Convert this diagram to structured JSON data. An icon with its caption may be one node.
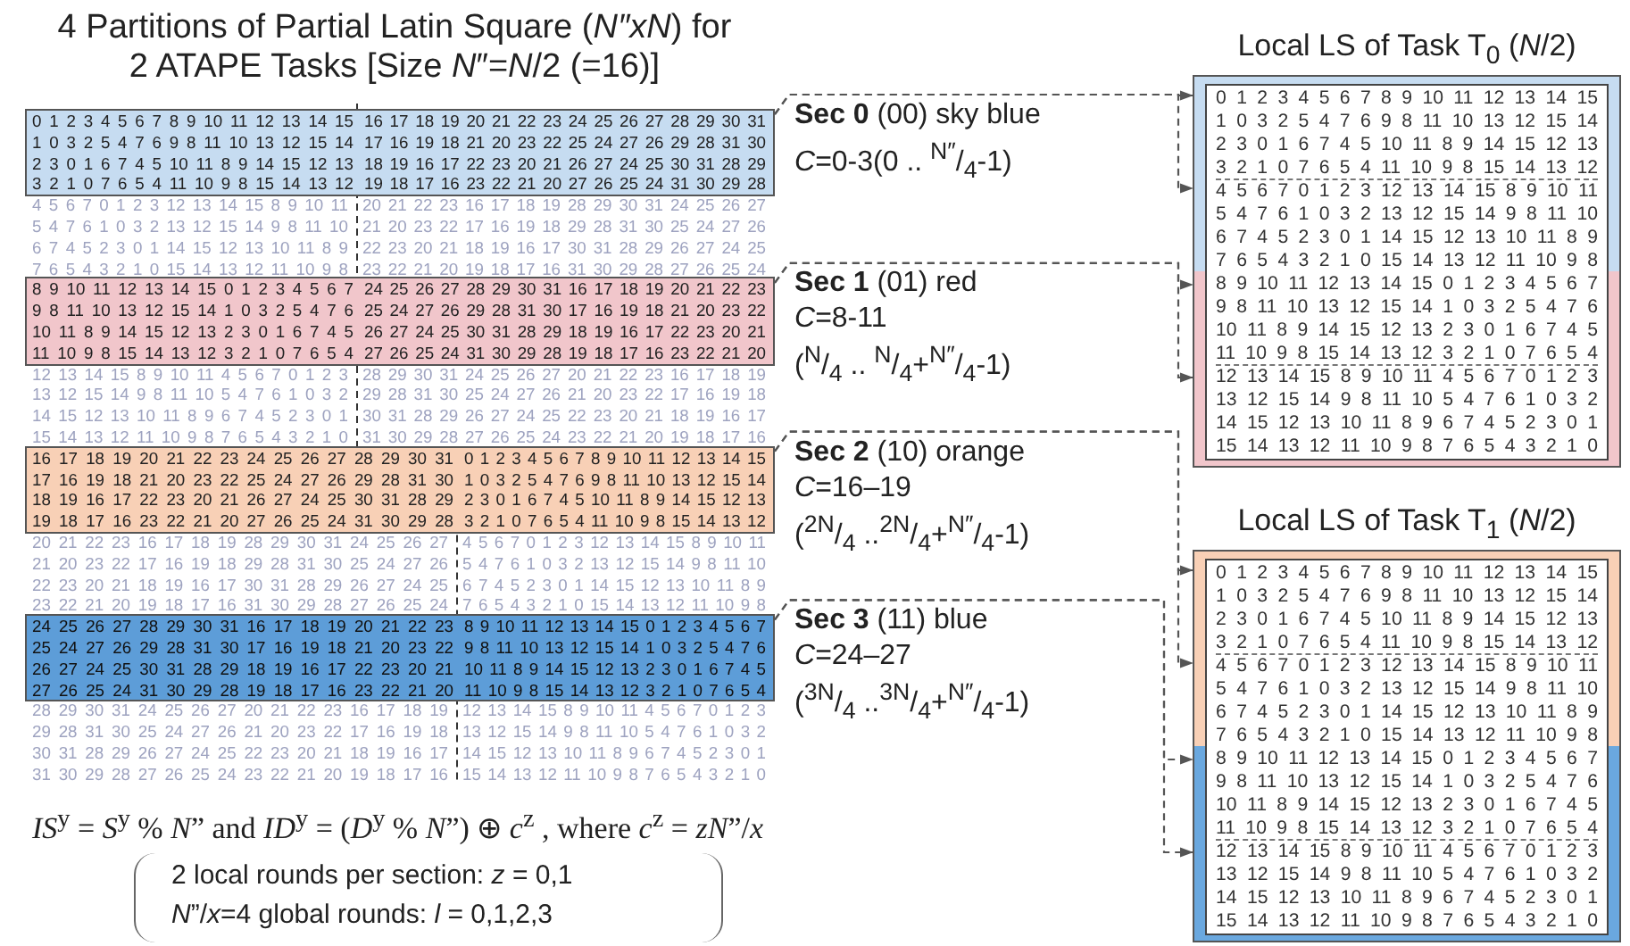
{
  "diagram": {
    "title": "4 Partitions of Partial Latin Square (*N″xN*) for 2 ATAPE Tasks [Size *N*″=*N*/2 (=16)]",
    "nodes": [
      {
        "text": [
          "0 1 2 3 4 5 6 7 8 9 10 11 12 13 14 15",
          "16 17 18 19 20 21 22 23 24 25 26 27 28 29 30 31",
          "1 0 3 2 5 4 7 6 9 8 11 10 13 12 15 14",
          "17 16 19 18 21 20 23 22 25 24 27 26 29 28 31 30",
          "2 3 0 1 6 7 4 5 10 11 8 9 14 15 12 13",
          "18 19 16 17 22 23 20 21 26 27 24 25 30 31 28 29",
          "3 2 1 0 7 6 5 4 11 10 9 8 15 14 13 12",
          "19 18 17 16 23 22 21 20 27 26 25 24 31 30 29 28"
        ],
        "beside": [
          "**Sec 0** (00) sky blue",
          "*C*=0-3(0 .. $^{N″}$/$_{4}$-1)"
        ]
      },
      {
        "text": [
          "8 9 10 11 12 13 14 15 0 1 2 3 4 5 6 7",
          "24 25 26 27 28 29 30 31 16 17 18 19 20 21 22 23",
          "9 8 11 10 13 12 15 14 1 0 3 2 5 4 7 6",
          "25 24 27 26 29 28 31 30 17 16 19 18 21 20 23 22",
          "10 11 8 9 14 15 12 13 2 3 0 1 6 7 4 5",
          "26 27 24 25 30 31 28 29 18 19 16 17 22 23 20 21",
          "11 10 9 8 15 14 13 12 3 2 1 0 7 6 5 4",
          "27 26 25 24 31 30 29 28 19 18 17 16 23 22 21 20"
        ],
        "beside": [
          "**Sec 1** (01) red",
          "*C*=8-11",
          "($^{N}$/$_{4}$ .. $^{N}$/$_{4}$+$^{N″}$/$_{4}$-1)"
        ]
      },
      {
        "text": [
          "16 17 18 19 20 21 22 23 24 25 26 27 28 29 30 31",
          "0 1 2 3 4 5 6 7 8 9 10 11 12 13 14 15",
          "17 16 19 18 21 20 23 22 25 24 27 26 29 28 31 30",
          "1 0 3 2 5 4 7 6 9 8 11 10 13 12 15 14",
          "18 19 16 17 22 23 20 21 26 27 24 25 30 31 28 29",
          "2 3 0 1 6 7 4 5 10 11 8 9 14 15 12 13",
          "19 18 17 16 23 22 21 20 27 26 25 24 31 30 29 28",
          "3 2 1 0 7 6 5 4 11 10 9 8 15 14 13 12"
        ],
        "beside": [
          "**Sec 2** (10) orange",
          "*C*=16–19",
          "($^{2N}$/$_{4}$ ..$^{2N}$/$_{4}$+$^{N″}$/$_{4}$-1)"
        ]
      },
      {
        "text": [
          "24 25 26 27 28 29 30 31 16 17 18 19 20 21 22 23",
          "8 9 10 11 12 13 14 15 0 1 2 3 4 5 6 7",
          "25 24 27 26 29 28 31 30 17 16 19 18 21 20 23 22",
          "9 8 11 10 13 12 15 14 1 0 3 2 5 4 7 6",
          "26 27 24 25 30 31 28 29 18 19 16 17 22 23 20 21",
          "10 11 8 9 14 15 12 13 2 3 0 1 6 7 4 5",
          "27 26 25 24 31 30 29 28 19 18 17 16 23 22 21 20",
          "11 10 9 8 15 14 13 12 3 2 1 0 7 6 5 4"
        ],
        "beside": [
          "**Sec 3** (11) blue",
          "*C*=24–27",
          "($^{3N}$/$_{4}$ ..$^{3N}$/$_{4}$+$^{N″}$/$_{4}$-1)"
        ]
      },
      {
        "text": [
          "Local LS of Task T$_{0}$ (*N*/2)"
        ]
      },
      {
        "text": [
          "0 1 2 3 4 5 6 7 8 9 10 11 12 13 14 15",
          "1 0 3 2 5 4 7 6 9 8 11 10 13 12 15 14",
          "2 3 0 1 6 7 4 5 10 11 8 9 14 15 12 13",
          "3 2 1 0 7 6 5 4 11 10 9 8 15 14 13 12",
          "4 5 6 7 0 1 2 3 12 13 14 15 8 9 10 11",
          "5 4 7 6 1 0 3 2 13 12 15 14 9 8 11 10",
          "6 7 4 5 2 3 0 1 14 15 12 13 10 11 8 9",
          "7 6 5 4 3 2 1 0 15 14 13 12 11 10 9 8"
        ],
        "in": 4
      },
      {
        "text": [
          "8 9 10 11 12 13 14 15 0 1 2 3 4 5 6 7",
          "9 8 11 10 13 12 15 14 1 0 3 2 5 4 7 6",
          "10 11 8 9 14 15 12 13 2 3 0 1 6 7 4 5",
          "11 10 9 8 15 14 13 12 3 2 1 0 7 6 5 4",
          "12 13 14 15 8 9 10 11 4 5 6 7 0 1 2 3",
          "13 12 15 14 9 8 11 10 5 4 7 6 1 0 3 2",
          "14 15 12 13 10 11 8 9 6 7 4 5 2 3 0 1",
          "15 14 13 12 11 10 9 8 7 6 5 4 3 2 1 0"
        ],
        "in": 4
      },
      {
        "text": [
          "Local LS of Task T$_{1}$ (*N*/2)"
        ]
      },
      {
        "text": [
          "0 1 2 3 4 5 6 7 8 9 10 11 12 13 14 15",
          "1 0 3 2 5 4 7 6 9 8 11 10 13 12 15 14",
          "2 3 0 1 6 7 4 5 10 11 8 9 14 15 12 13",
          "3 2 1 0 7 6 5 4 11 10 9 8 15 14 13 12",
          "4 5 6 7 0 1 2 3 12 13 14 15 8 9 10 11",
          "5 4 7 6 1 0 3 2 13 12 15 14 9 8 11 10",
          "6 7 4 5 2 3 0 1 14 15 12 13 10 11 8 9",
          "7 6 5 4 3 2 1 0 15 14 13 12 11 10 9 8"
        ],
        "in": 7
      },
      {
        "text": [
          "8 9 10 11 12 13 14 15 0 1 2 3 4 5 6 7",
          "9 8 11 10 13 12 15 14 1 0 3 2 5 4 7 6",
          "10 11 8 9 14 15 12 13 2 3 0 1 6 7 4 5",
          "11 10 9 8 15 14 13 12 3 2 1 0 7 6 5 4",
          "12 13 14 15 8 9 10 11 4 5 6 7 0 1 2 3",
          "13 12 15 14 9 8 11 10 5 4 7 6 1 0 3 2",
          "14 15 12 13 10 11 8 9 6 7 4 5 2 3 0 1",
          "15 14 13 12 11 10 9 8 7 6 5 4 3 2 1 0"
        ],
        "in": 7
      },
      {
        "text": [
          "2 local rounds per section: *z* = 0,1",
          "*N*”/*x*=4 global rounds: *l* = 0,1,2,3"
        ]
      }
    ],
    "edges": [
      {
        "from": 0,
        "to": 5,
        "arrow": "to",
        "style": "dashed"
      },
      {
        "from": 0,
        "to": 5,
        "arrow": "to",
        "style": "dashed"
      },
      {
        "from": 1,
        "to": 6,
        "arrow": "to",
        "style": "dashed"
      },
      {
        "from": 1,
        "to": 6,
        "arrow": "to",
        "style": "dashed"
      },
      {
        "from": 2,
        "to": 8,
        "arrow": "to",
        "style": "dashed"
      },
      {
        "from": 2,
        "to": 8,
        "arrow": "to",
        "style": "dashed"
      },
      {
        "from": 3,
        "to": 9,
        "arrow": "to",
        "style": "dashed"
      },
      {
        "from": 3,
        "to": 9,
        "arrow": "to",
        "style": "dashed"
      }
    ],
    "labels": [
      "4 5 6 7 0 1 2 3 12 13 14 15 8 9 10 11",
      "20 21 22 23 16 17 18 19 28 29 30 31 24 25 26 27",
      "5 4 7 6 1 0 3 2 13 12 15 14 9 8 11 10",
      "21 20 23 22 17 16 19 18 29 28 31 30 25 24 27 26",
      "6 7 4 5 2 3 0 1 14 15 12 13 10 11 8 9",
      "22 23 20 21 18 19 16 17 30 31 28 29 26 27 24 25",
      "7 6 5 4 3 2 1 0 15 14 13 12 11 10 9 8",
      "23 22 21 20 19 18 17 16 31 30 29 28 27 26 25 24",
      "12 13 14 15 8 9 10 11 4 5 6 7 0 1 2 3",
      "28 29 30 31 24 25 26 27 20 21 22 23 16 17 18 19",
      "13 12 15 14 9 8 11 10 5 4 7 6 1 0 3 2",
      "29 28 31 30 25 24 27 26 21 20 23 22 17 16 19 18",
      "14 15 12 13 10 11 8 9 6 7 4 5 2 3 0 1",
      "30 31 28 29 26 27 24 25 22 23 20 21 18 19 16 17",
      "15 14 13 12 11 10 9 8 7 6 5 4 3 2 1 0",
      "31 30 29 28 27 26 25 24 23 22 21 20 19 18 17 16",
      "20 21 22 23 16 17 18 19 28 29 30 31 24 25 26 27",
      "4 5 6 7 0 1 2 3 12 13 14 15 8 9 10 11",
      "21 20 23 22 17 16 19 18 29 28 31 30 25 24 27 26",
      "5 4 7 6 1 0 3 2 13 12 15 14 9 8 11 10",
      "22 23 20 21 18 19 16 17 30 31 28 29 26 27 24 25",
      "6 7 4 5 2 3 0 1 14 15 12 13 10 11 8 9",
      "23 22 21 20 19 18 17 16 31 30 29 28 27 26 25 24",
      "7 6 5 4 3 2 1 0 15 14 13 12 11 10 9 8",
      "28 29 30 31 24 25 26 27 20 21 22 23 16 17 18 19",
      "12 13 14 15 8 9 10 11 4 5 6 7 0 1 2 3",
      "29 28 31 30 25 24 27 26 21 20 23 22 17 16 19 18",
      "13 12 15 14 9 8 11 10 5 4 7 6 1 0 3 2",
      "30 31 28 29 26 27 24 25 22 23 20 21 18 19 16 17",
      "14 15 12 13 10 11 8 9 6 7 4 5 2 3 0 1",
      "31 30 29 28 27 26 25 24 23 22 21 20 19 18 17 16",
      "15 14 13 12 11 10 9 8 7 6 5 4 3 2 1 0",
      "*IS*$^{y}$ = *S*$^{y}$ % *N*” and *ID*$^{y}$ = (*D*$^{y}$ % *N*”) ⊕ *c*$^{z}$ , where *c*$^{z}$ = *zN*”/*x*"
    ]
  }
}
